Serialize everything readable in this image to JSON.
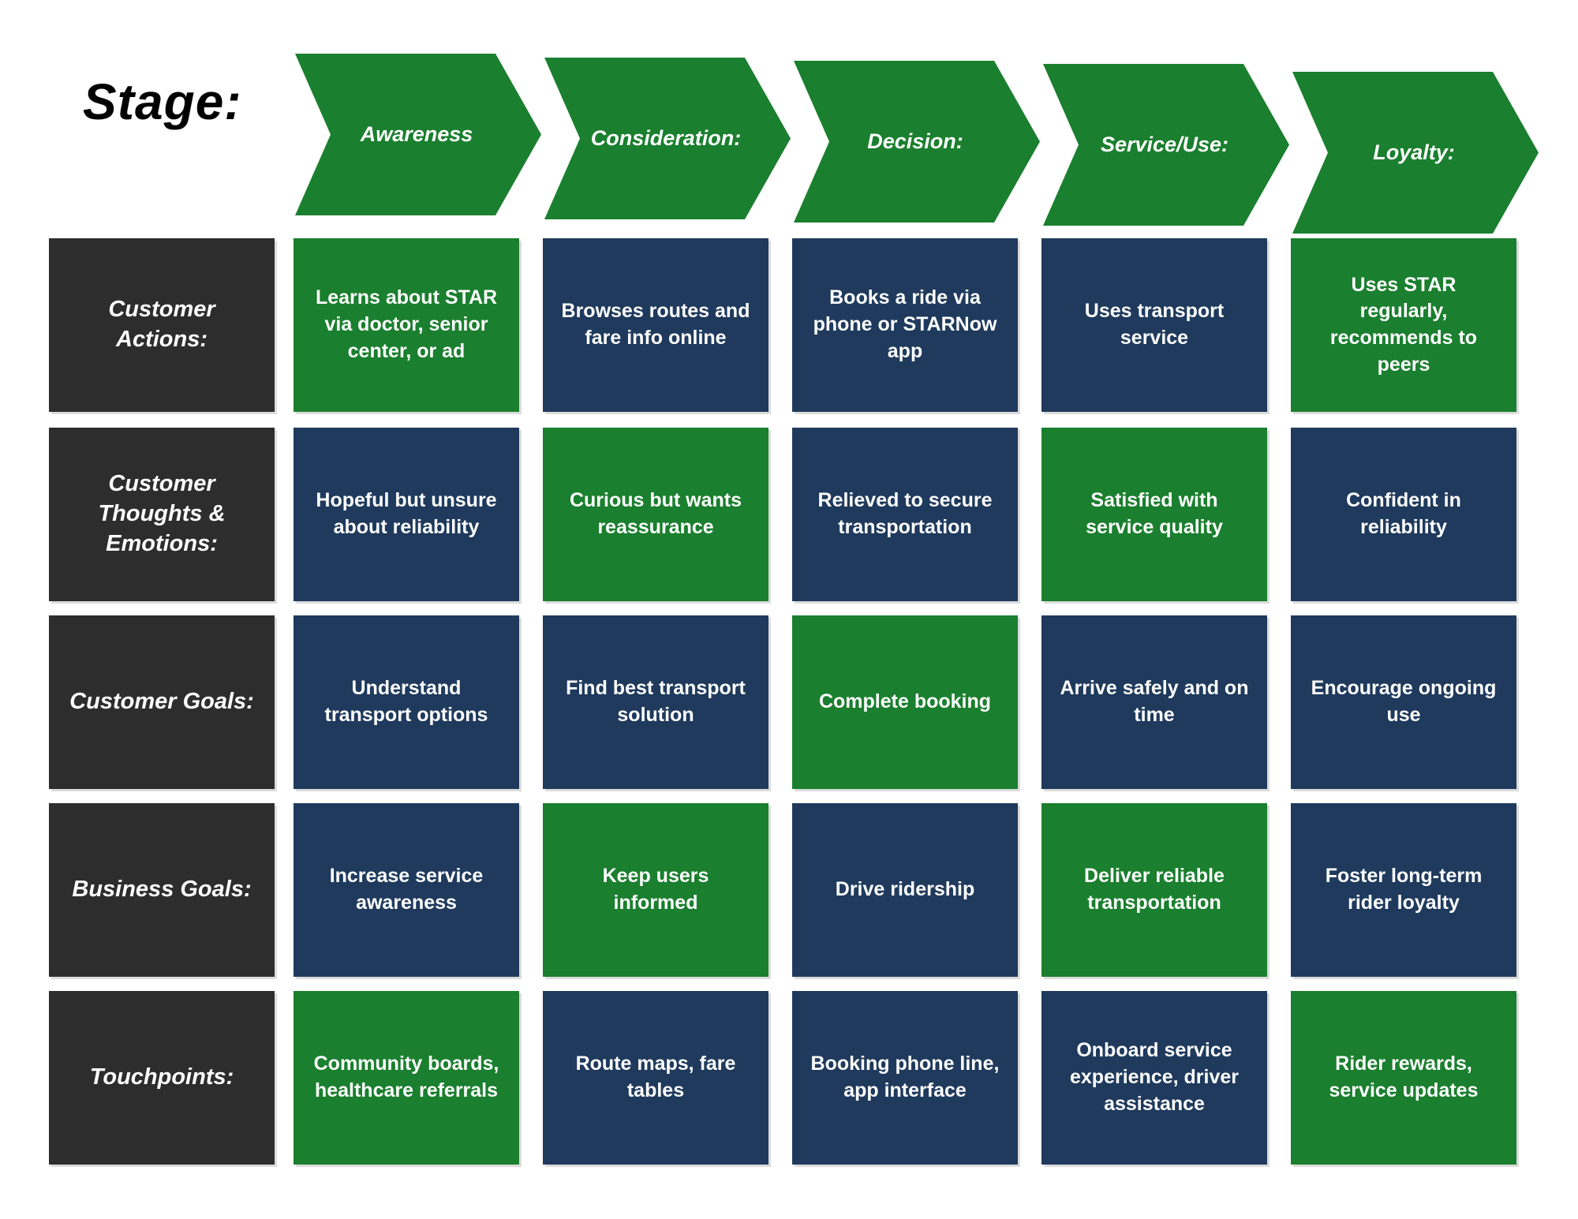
{
  "header": {
    "title": "Stage:"
  },
  "colors": {
    "green": "#1a7f2e",
    "navy": "#1f3a5c",
    "charcoal": "#2e2d2d"
  },
  "stages": [
    {
      "label": "Awareness"
    },
    {
      "label": "Consideration:"
    },
    {
      "label": "Decision:"
    },
    {
      "label": "Service/Use:"
    },
    {
      "label": "Loyalty:"
    }
  ],
  "rows": [
    {
      "label": "Customer Actions:",
      "cells": [
        {
          "text": "Learns about STAR via doctor, senior center, or ad",
          "tone": "green"
        },
        {
          "text": "Browses routes and fare info online",
          "tone": "navy"
        },
        {
          "text": "Books a ride via phone or STARNow app",
          "tone": "navy"
        },
        {
          "text": "Uses transport service",
          "tone": "navy"
        },
        {
          "text": "Uses STAR regularly, recommends to peers",
          "tone": "green"
        }
      ]
    },
    {
      "label": "Customer Thoughts & Emotions:",
      "cells": [
        {
          "text": "Hopeful but unsure about reliability",
          "tone": "navy"
        },
        {
          "text": "Curious but wants reassurance",
          "tone": "green"
        },
        {
          "text": "Relieved to secure transportation",
          "tone": "navy"
        },
        {
          "text": "Satisfied with service quality",
          "tone": "green"
        },
        {
          "text": "Confident in reliability",
          "tone": "navy"
        }
      ]
    },
    {
      "label": "Customer Goals:",
      "cells": [
        {
          "text": "Understand transport options",
          "tone": "navy"
        },
        {
          "text": "Find best transport solution",
          "tone": "navy"
        },
        {
          "text": "Complete booking",
          "tone": "green"
        },
        {
          "text": "Arrive safely and on time",
          "tone": "navy"
        },
        {
          "text": "Encourage ongoing use",
          "tone": "navy"
        }
      ]
    },
    {
      "label": "Business Goals:",
      "cells": [
        {
          "text": "Increase service awareness",
          "tone": "navy"
        },
        {
          "text": "Keep users informed",
          "tone": "green"
        },
        {
          "text": "Drive ridership",
          "tone": "navy"
        },
        {
          "text": "Deliver reliable transportation",
          "tone": "green"
        },
        {
          "text": "Foster long-term rider loyalty",
          "tone": "navy"
        }
      ]
    },
    {
      "label": "Touchpoints:",
      "cells": [
        {
          "text": "Community boards, healthcare referrals",
          "tone": "green"
        },
        {
          "text": "Route maps, fare tables",
          "tone": "navy"
        },
        {
          "text": "Booking phone line, app interface",
          "tone": "navy"
        },
        {
          "text": "Onboard service experience, driver assistance",
          "tone": "navy"
        },
        {
          "text": "Rider rewards, service updates",
          "tone": "green"
        }
      ]
    }
  ]
}
